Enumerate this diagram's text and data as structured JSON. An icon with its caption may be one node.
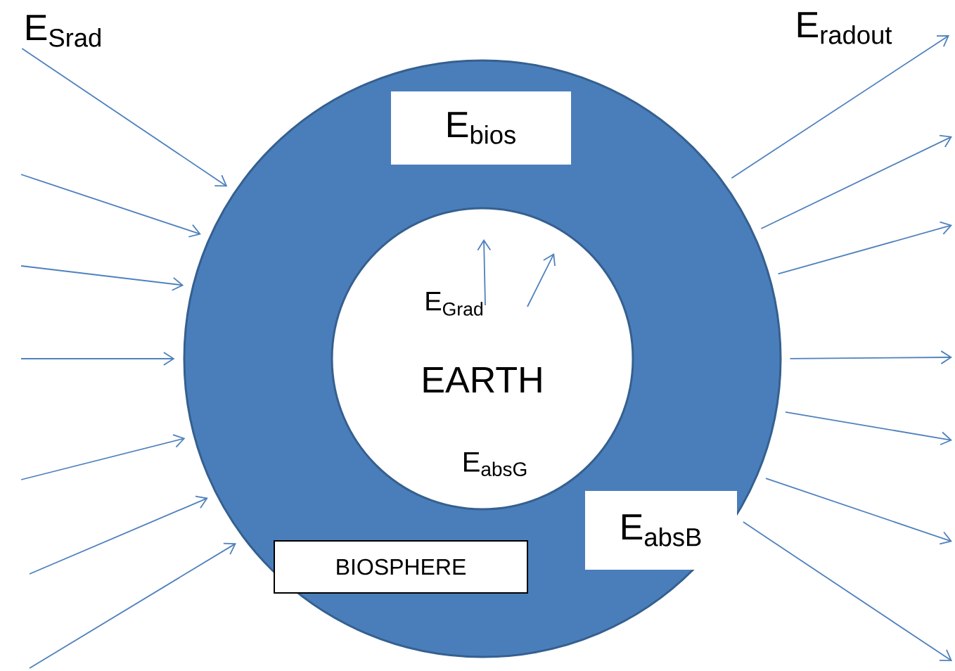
{
  "diagram": {
    "nodes": [
      {
        "text": [],
        "shape": "circle"
      },
      {
        "text": [
          "E$_{Grad}$",
          "EARTH",
          "E$_{absG}$"
        ],
        "in": 0
      },
      {
        "text": [
          "E$_{bios}$"
        ],
        "in": 0
      },
      {
        "text": [
          "BIOSPHERE"
        ],
        "in": 0
      },
      {
        "text": [
          "E$_{absB}$"
        ],
        "in": 0
      },
      {
        "text": [
          "E$_{Srad}$"
        ]
      }
    ],
    "edges": [
      {
        "from": 5,
        "to": 0,
        "arrow": "to"
      },
      {
        "from": null,
        "to": 0,
        "arrow": "to"
      },
      {
        "from": null,
        "to": 0,
        "arrow": "to"
      },
      {
        "from": null,
        "to": 0,
        "arrow": "to"
      },
      {
        "from": null,
        "to": 0,
        "arrow": "to"
      },
      {
        "from": null,
        "to": 0,
        "arrow": "to"
      },
      {
        "from": null,
        "to": 0,
        "arrow": "to"
      },
      {
        "from": 0,
        "to": null,
        "arrow": "to"
      },
      {
        "from": 0,
        "to": null,
        "arrow": "to"
      },
      {
        "from": 0,
        "to": null,
        "arrow": "to"
      },
      {
        "from": 0,
        "to": null,
        "arrow": "to"
      },
      {
        "from": 0,
        "to": null,
        "arrow": "to"
      },
      {
        "from": 0,
        "to": null,
        "arrow": "to"
      },
      {
        "from": 0,
        "to": null,
        "arrow": "to"
      },
      {
        "from": 1,
        "to": null,
        "arrow": "to"
      },
      {
        "from": 1,
        "to": null,
        "arrow": "to"
      }
    ],
    "labels": [
      "E$_{radout}$"
    ]
  }
}
